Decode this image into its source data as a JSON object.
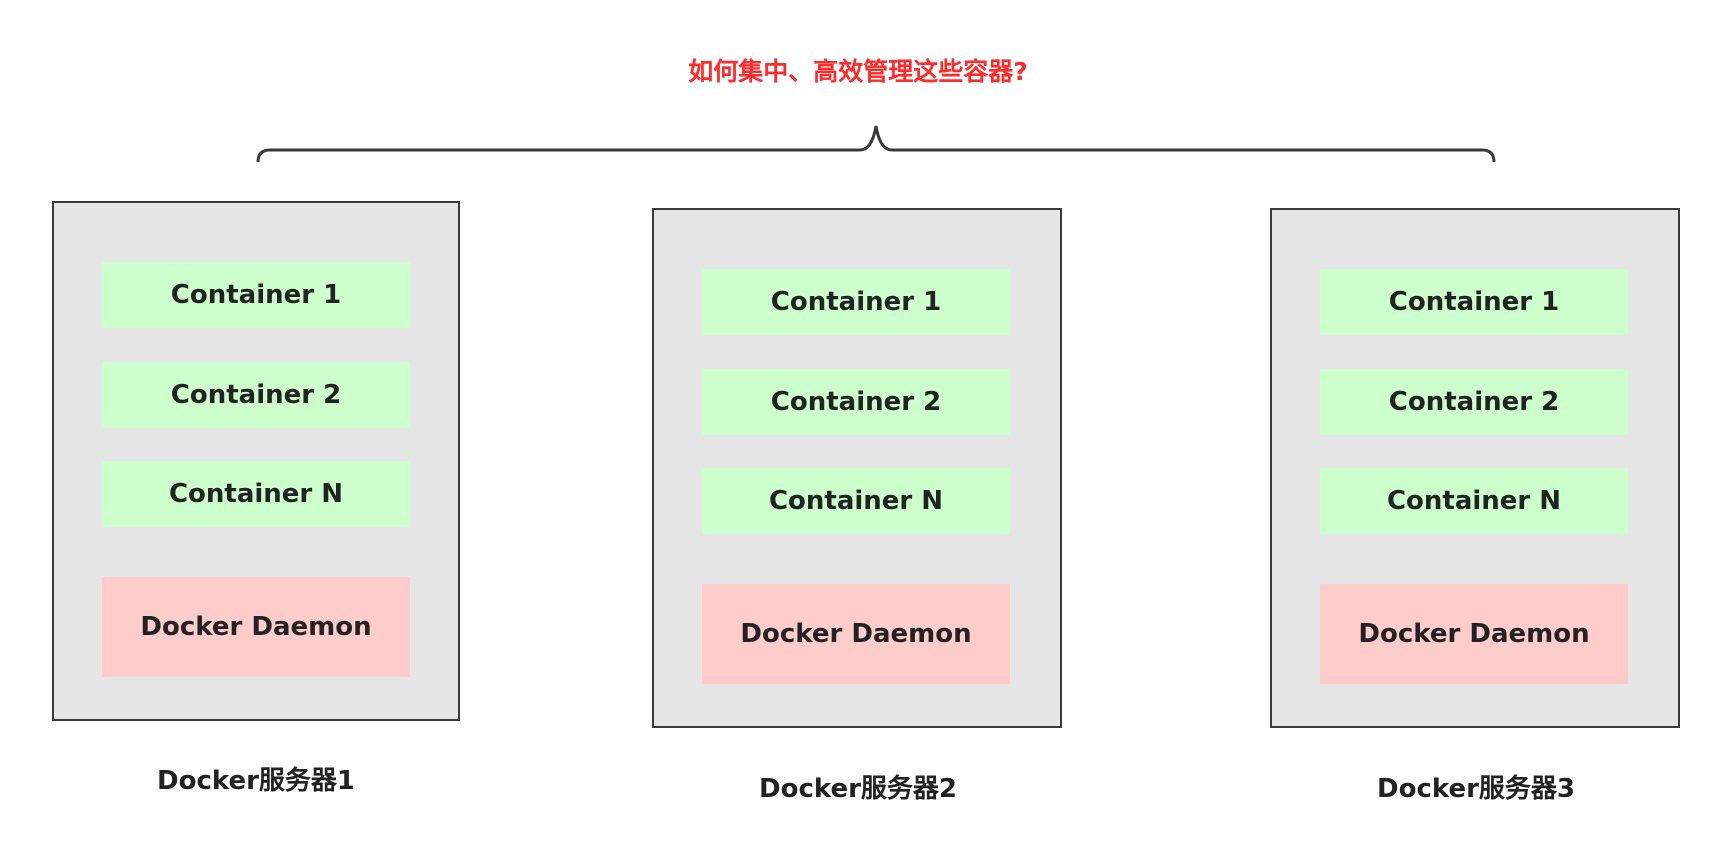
{
  "question": "如何集中、高效管理这些容器?",
  "colors": {
    "question": "#ff2a2a",
    "server_bg": "#e6e6e6",
    "server_border": "#3a3a3a",
    "container_bg": "#ccffcc",
    "daemon_bg": "#ffcccc",
    "text": "#222222"
  },
  "servers": [
    {
      "label": "Docker服务器1",
      "containers": [
        "Container 1",
        "Container 2",
        "Container N"
      ],
      "daemon": "Docker Daemon"
    },
    {
      "label": "Docker服务器2",
      "containers": [
        "Container 1",
        "Container 2",
        "Container N"
      ],
      "daemon": "Docker Daemon"
    },
    {
      "label": "Docker服务器3",
      "containers": [
        "Container 1",
        "Container 2",
        "Container N"
      ],
      "daemon": "Docker Daemon"
    }
  ]
}
